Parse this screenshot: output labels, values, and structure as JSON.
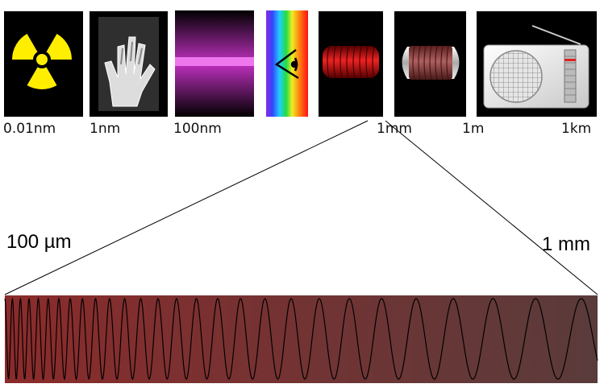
{
  "scale_labels": [
    "0.01nm",
    "1nm",
    "100nm",
    "1mm",
    "1m",
    "1km"
  ],
  "zoom_labels": {
    "left": "100 µm",
    "right": "1 mm"
  },
  "panels": [
    {
      "icon": "radiation-trefoil-icon",
      "band": "gamma",
      "colors": {
        "bg": "#000000",
        "fg": "#ffee00"
      }
    },
    {
      "icon": "xray-hand-icon",
      "band": "x-ray"
    },
    {
      "icon": "ultraviolet-lamp-icon",
      "band": "ultraviolet",
      "colors": {
        "glow": "#ee44ee"
      }
    },
    {
      "icon": "visible-spectrum-eye-icon",
      "band": "visible"
    },
    {
      "icon": "infrared-heater-icon",
      "band": "infrared",
      "colors": {
        "coil": "#cc1111"
      }
    },
    {
      "icon": "microwave-tube-icon",
      "band": "microwave",
      "colors": {
        "coil": "#8a3a3a"
      }
    },
    {
      "icon": "radio-receiver-icon",
      "band": "radio"
    }
  ],
  "wave_band": {
    "colors": {
      "left": "#8b2b2b",
      "right": "#5a3b3b"
    }
  }
}
